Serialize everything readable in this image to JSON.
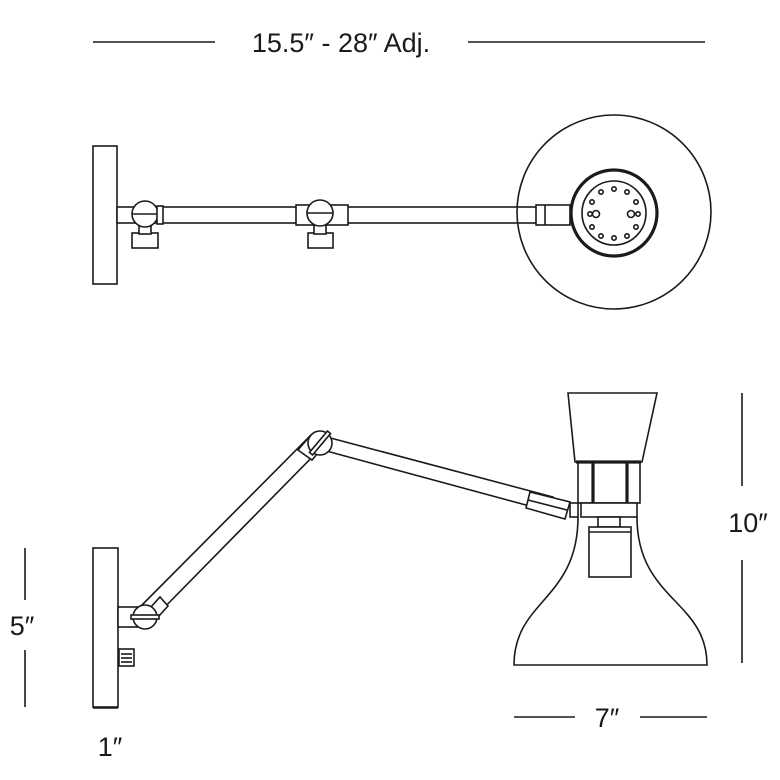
{
  "dimensions": {
    "width_adjustable": "15.5″ - 28″ Adj.",
    "height": "10″",
    "backplate_height": "5″",
    "backplate_depth": "1″",
    "shade_width": "7″"
  },
  "views": [
    "top-view",
    "side-view"
  ],
  "colors": {
    "line": "#1a1a1a",
    "background": "#ffffff"
  }
}
